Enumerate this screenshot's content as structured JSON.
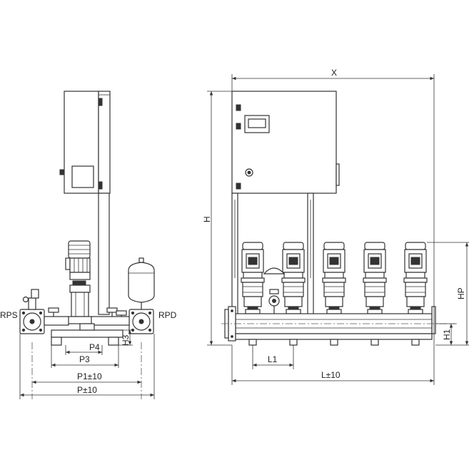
{
  "diagram": {
    "side_view": {
      "labels": {
        "suction_connection": "RPS",
        "discharge_connection": "RPD",
        "dim_p": "P±10",
        "dim_p1": "P1±10",
        "dim_p3": "P3",
        "dim_p4": "P4",
        "dim_h3": "H3"
      }
    },
    "front_view": {
      "pump_count": 5,
      "labels": {
        "dim_x": "X",
        "dim_h": "H",
        "dim_hp": "HP",
        "dim_h1": "H1",
        "dim_l1": "L1",
        "dim_l": "L±10"
      }
    },
    "colors": {
      "line": "#333333",
      "background": "#ffffff"
    }
  }
}
